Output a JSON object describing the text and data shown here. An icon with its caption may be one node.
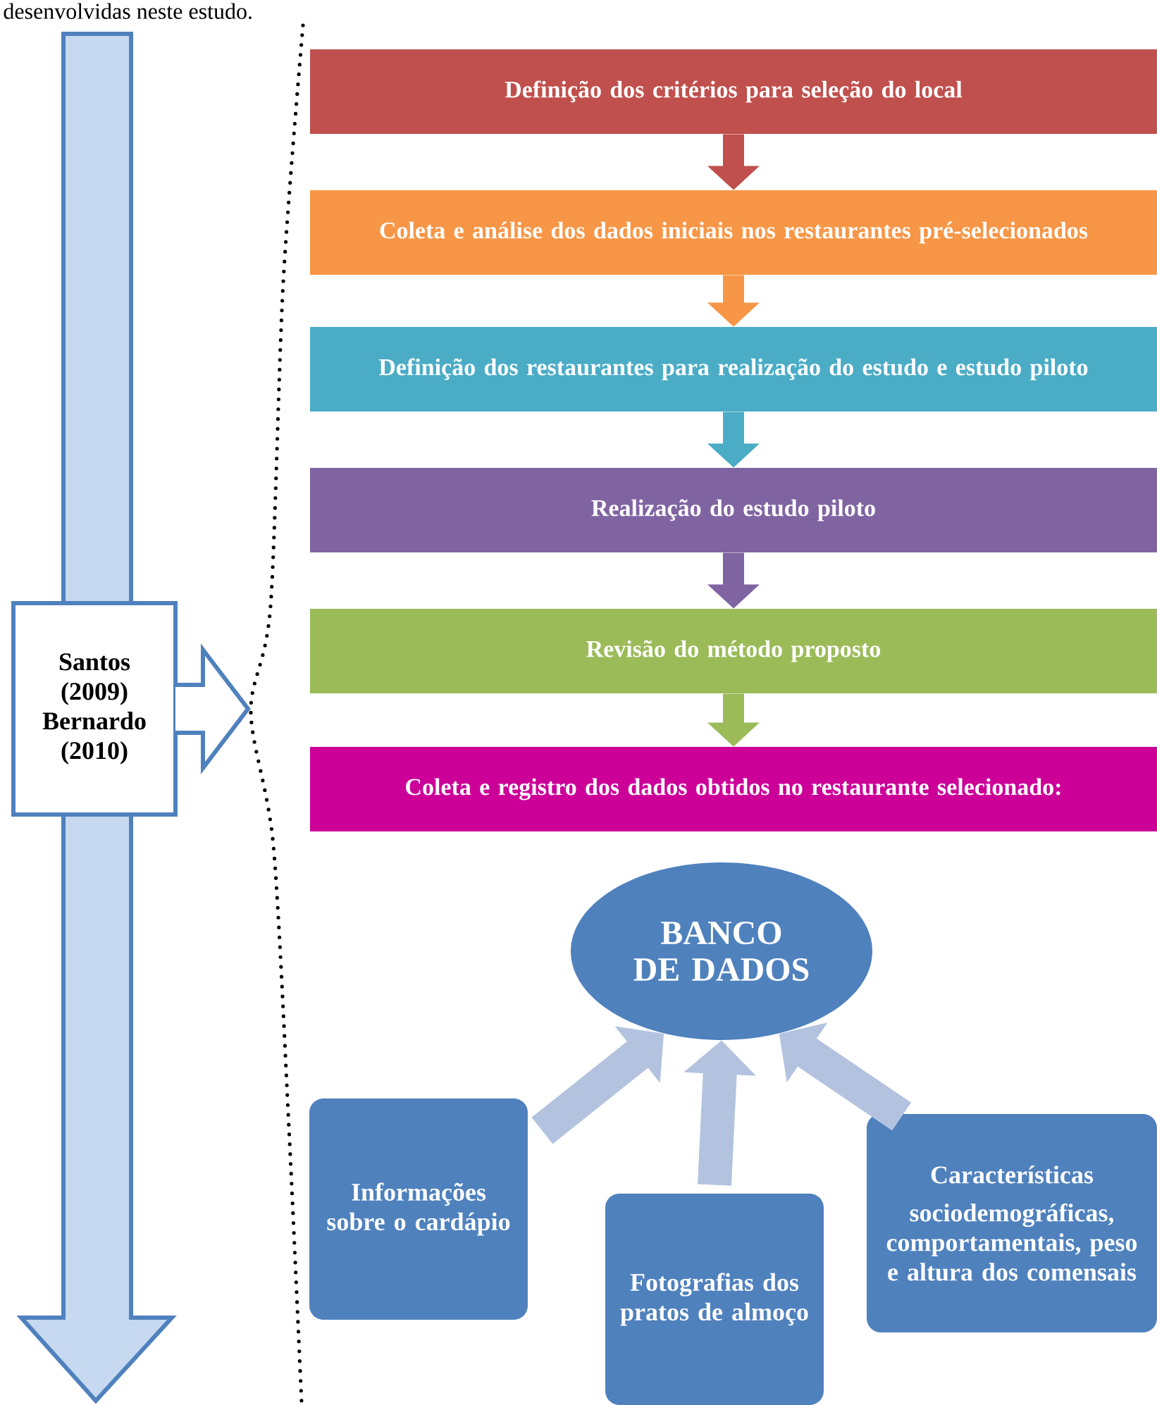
{
  "diagram": {
    "nodes": [
      {
        "text": [
          "Santos (2009) Bernardo (2010)"
        ]
      },
      {
        "text": [
          "Definição dos critérios para seleção do local"
        ]
      },
      {
        "text": [
          "Coleta e análise dos dados iniciais nos restaurantes pré-selecionados"
        ]
      },
      {
        "text": [
          "Definição dos restaurantes para realização do estudo e estudo piloto"
        ]
      },
      {
        "text": [
          "Realização do estudo piloto"
        ]
      },
      {
        "text": [
          "Revisão do método proposto"
        ]
      },
      {
        "text": [
          "Coleta e registro dos dados obtidos no restaurante selecionado:"
        ]
      },
      {
        "text": [
          "BANCO DE DADOS"
        ]
      },
      {
        "text": [
          "Informações sobre o cardápio"
        ]
      },
      {
        "text": [
          "Fotografias dos pratos de almoço"
        ]
      },
      {
        "text": [
          "Características",
          "sociodemográficas, comportamentais, peso e altura dos comensais"
        ]
      }
    ],
    "edges": [
      {
        "from": 0,
        "to": null,
        "arrow": "to"
      },
      {
        "from": 1,
        "to": 2,
        "arrow": "to",
        "color": "#c0504d"
      },
      {
        "from": 2,
        "to": 3,
        "arrow": "to",
        "color": "#f79646"
      },
      {
        "from": 3,
        "to": 4,
        "arrow": "to",
        "color": "#4bacc6"
      },
      {
        "from": 4,
        "to": 5,
        "arrow": "to",
        "color": "#8064a2"
      },
      {
        "from": 5,
        "to": 6,
        "arrow": "to",
        "color": "#9bbb59"
      },
      {
        "from": 8,
        "to": 7,
        "arrow": "to",
        "color": "#b3c3df"
      },
      {
        "from": 9,
        "to": 7,
        "arrow": "to",
        "color": "#b3c3df"
      },
      {
        "from": 10,
        "to": 7,
        "arrow": "to",
        "color": "#b3c3df"
      }
    ],
    "labels": [
      "desenvolvidas neste estudo."
    ]
  }
}
